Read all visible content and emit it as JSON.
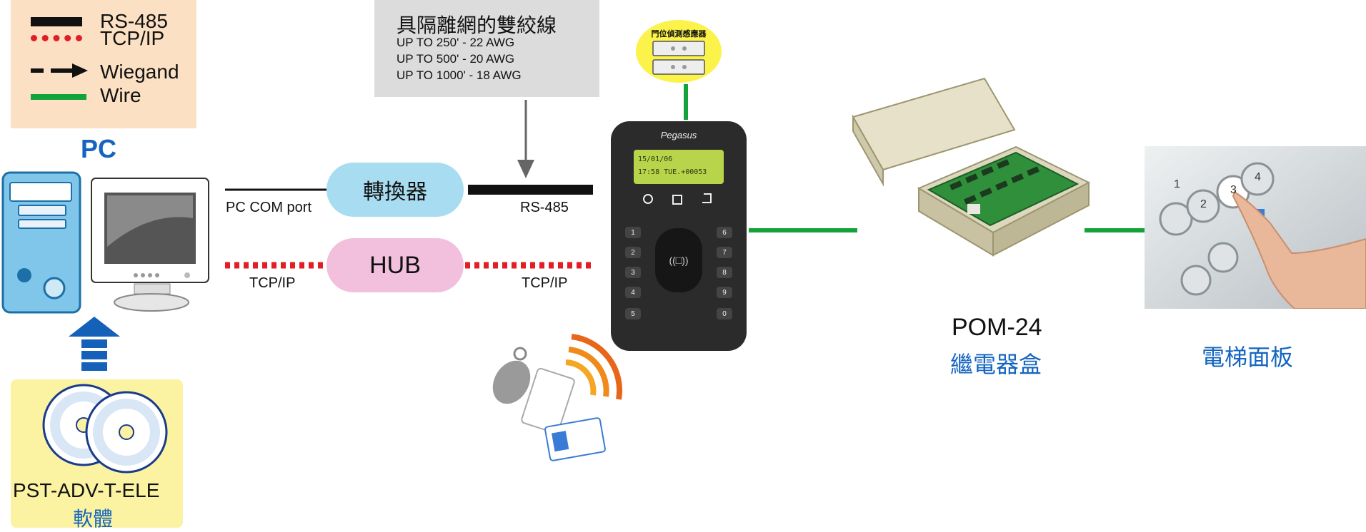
{
  "legend": {
    "items": [
      {
        "label": "RS-485",
        "style": "solid-black"
      },
      {
        "label": "TCP/IP",
        "style": "dotted-red"
      },
      {
        "label": "Wiegand",
        "style": "dashed-arrow"
      },
      {
        "label": "Wire",
        "style": "solid-green"
      }
    ]
  },
  "pc": {
    "title": "PC"
  },
  "cable": {
    "title": "具隔離網的雙絞線",
    "lines": [
      "UP TO 250' - 22 AWG",
      "UP TO 500' - 20 AWG",
      "UP TO 1000' - 18 AWG"
    ]
  },
  "converter": {
    "label": "轉換器",
    "left_label": "PC COM port",
    "right_label": "RS-485"
  },
  "hub": {
    "label": "HUB",
    "left_label": "TCP/IP",
    "right_label": "TCP/IP"
  },
  "sensor": {
    "title": "門位偵測感應器"
  },
  "reader": {
    "brand": "Pegasus",
    "lcd_line1": "15/01/06",
    "lcd_line2": "17:58 TUE.+00053",
    "keys": [
      "1",
      "2",
      "3",
      "4",
      "5",
      "6",
      "7",
      "8",
      "9",
      "0"
    ]
  },
  "software": {
    "name": "PST-ADV-T-ELE",
    "sub": "軟體"
  },
  "relay": {
    "name": "POM-24",
    "sub": "繼電器盒"
  },
  "elevator": {
    "name": "電梯面板",
    "buttons": [
      "1",
      "2",
      "3",
      "4"
    ]
  },
  "colors": {
    "rs485": "#111111",
    "tcpip": "#e21d25",
    "wire": "#14a23b",
    "blue_text": "#1565c0",
    "legend_bg": "#fbe0c3",
    "software_bg": "#fbf3a2",
    "converter_bg": "#a8ddf1",
    "hub_bg": "#f2bfdd",
    "sensor_bg": "#fbf24a"
  }
}
